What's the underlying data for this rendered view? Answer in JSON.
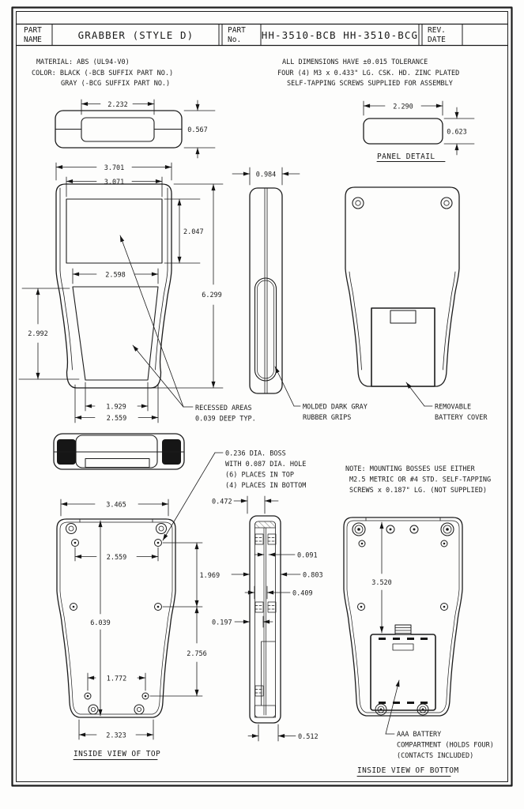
{
  "title_block": {
    "part_name_label_1": "PART",
    "part_name_label_2": "NAME",
    "part_name_value": "GRABBER  (STYLE D)",
    "part_no_label_1": "PART",
    "part_no_label_2": "No.",
    "part_no_value": "HH-3510-BCB  HH-3510-BCG",
    "rev_label_1": "REV.",
    "rev_label_2": "DATE"
  },
  "notes": {
    "material": "MATERIAL: ABS (UL94-V0)",
    "color_1": "COLOR: BLACK (-BCB SUFFIX PART NO.)",
    "color_2": "GRAY (-BCG SUFFIX PART NO.)",
    "tolerance": "ALL DIMENSIONS HAVE ±0.015 TOLERANCE",
    "screws_1": "FOUR (4) M3 x 0.433\" LG. CSK. HD. ZINC PLATED",
    "screws_2": "SELF-TAPPING SCREWS SUPPLIED FOR ASSEMBLY",
    "boss_1": "0.236 DIA. BOSS",
    "boss_2": "WITH 0.087 DIA. HOLE",
    "boss_3": "(6) PLACES IN TOP",
    "boss_4": "(4) PLACES IN BOTTOM",
    "mounting_1": "NOTE: MOUNTING BOSSES USE EITHER",
    "mounting_2": "M2.5 METRIC OR #4 STD. SELF-TAPPING",
    "mounting_3": "SCREWS x 0.187\" LG. (NOT SUPPLIED)"
  },
  "callouts": {
    "recessed_1": "RECESSED AREAS",
    "recessed_2": "0.039 DEEP TYP.",
    "grips_1": "MOLDED DARK GRAY",
    "grips_2": "RUBBER GRIPS",
    "battery_cover_1": "REMOVABLE",
    "battery_cover_2": "BATTERY COVER",
    "battery_comp_1": "AAA BATTERY",
    "battery_comp_2": "COMPARTMENT (HOLDS FOUR)",
    "battery_comp_3": "(CONTACTS INCLUDED)"
  },
  "view_labels": {
    "panel_detail": "PANEL DETAIL",
    "inside_top": "INSIDE VIEW OF TOP",
    "inside_bottom": "INSIDE VIEW OF BOTTOM"
  },
  "dims": {
    "end_top_width": "2.232",
    "end_top_height": "0.567",
    "panel_width": "2.290",
    "panel_height": "0.623",
    "front_outer_w": "3.701",
    "front_window_w": "3.071",
    "front_window_h": "2.047",
    "front_recess_top_w": "2.598",
    "front_h": "6.299",
    "front_lower_h": "2.992",
    "front_recess_bot_w": "1.929",
    "front_recess_w": "2.559",
    "side_w": "0.984",
    "it_top_w": "3.465",
    "it_boss_w": "2.559",
    "it_boss_v1": "1.969",
    "it_h": "6.039",
    "it_boss_v2": "2.756",
    "it_boss_bot_w": "1.772",
    "it_bot_w": "2.323",
    "sec_top": "0.472",
    "sec_a": "0.091",
    "sec_b": "0.803",
    "sec_c": "0.409",
    "sec_d": "0.197",
    "sec_bot": "0.512",
    "ib_boss_h": "3.520"
  }
}
